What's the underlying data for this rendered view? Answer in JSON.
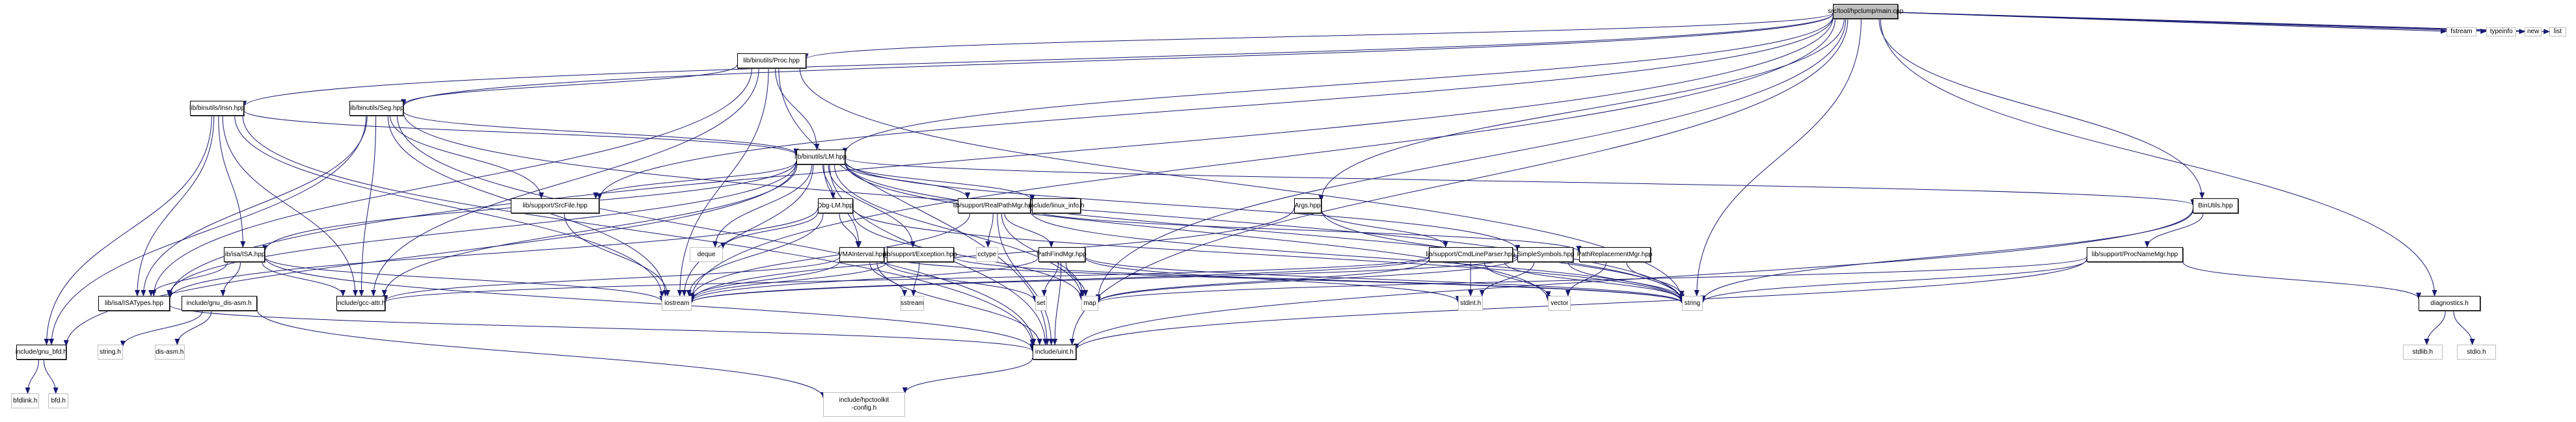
{
  "graph": {
    "title": "Include dependency graph for src/tool/hpclump/main.cpp",
    "edge_color": "#191970",
    "root_fill": "#bfbfbf",
    "documented_border": "#000000",
    "external_border": "#bfbfbf",
    "nodes": [
      {
        "id": "main",
        "label": "src/tool/hpclump/main.cpp",
        "kind": "root"
      },
      {
        "id": "proc",
        "label": "lib/binutils/Proc.hpp",
        "kind": "doc"
      },
      {
        "id": "fstream",
        "label": "fstream",
        "kind": "ext"
      },
      {
        "id": "typeinfo",
        "label": "typeinfo",
        "kind": "ext"
      },
      {
        "id": "new",
        "label": "new",
        "kind": "ext"
      },
      {
        "id": "list",
        "label": "list",
        "kind": "ext"
      },
      {
        "id": "insn",
        "label": "lib/binutils/Insn.hpp",
        "kind": "doc"
      },
      {
        "id": "seg",
        "label": "lib/binutils/Seg.hpp",
        "kind": "doc"
      },
      {
        "id": "lm",
        "label": "lib/binutils/LM.hpp",
        "kind": "doc"
      },
      {
        "id": "srcfile",
        "label": "lib/support/SrcFile.hpp",
        "kind": "doc"
      },
      {
        "id": "dbglm",
        "label": "Dbg-LM.hpp",
        "kind": "doc"
      },
      {
        "id": "realpath",
        "label": "lib/support/RealPathMgr.hpp",
        "kind": "doc"
      },
      {
        "id": "linuxinfo",
        "label": "include/linux_info.h",
        "kind": "doc"
      },
      {
        "id": "args",
        "label": "Args.hpp",
        "kind": "doc"
      },
      {
        "id": "binutils",
        "label": "BinUtils.hpp",
        "kind": "doc"
      },
      {
        "id": "isa",
        "label": "lib/isa/ISA.hpp",
        "kind": "doc"
      },
      {
        "id": "deque",
        "label": "deque",
        "kind": "ext"
      },
      {
        "id": "vmaint",
        "label": "VMAInterval.hpp",
        "kind": "doc"
      },
      {
        "id": "exception",
        "label": "lib/support/Exception.hpp",
        "kind": "doc"
      },
      {
        "id": "cctype",
        "label": "cctype",
        "kind": "ext"
      },
      {
        "id": "pathfind",
        "label": "PathFindMgr.hpp",
        "kind": "doc"
      },
      {
        "id": "cmdline",
        "label": "lib/support/CmdLineParser.hpp",
        "kind": "doc"
      },
      {
        "id": "simplesym",
        "label": "SimpleSymbols.hpp",
        "kind": "doc"
      },
      {
        "id": "pathrepl",
        "label": "PathReplacementMgr.hpp",
        "kind": "doc"
      },
      {
        "id": "procname",
        "label": "lib/support/ProcNameMgr.hpp",
        "kind": "doc"
      },
      {
        "id": "isatypes",
        "label": "lib/isa/ISATypes.hpp",
        "kind": "doc"
      },
      {
        "id": "gnudis",
        "label": "include/gnu_dis-asm.h",
        "kind": "doc"
      },
      {
        "id": "gccattr",
        "label": "include/gcc-attr.h",
        "kind": "doc"
      },
      {
        "id": "iostream",
        "label": "iostream",
        "kind": "ext"
      },
      {
        "id": "sstream",
        "label": "sstream",
        "kind": "ext"
      },
      {
        "id": "set",
        "label": "set",
        "kind": "ext"
      },
      {
        "id": "map",
        "label": "map",
        "kind": "ext"
      },
      {
        "id": "stdint",
        "label": "stdint.h",
        "kind": "ext"
      },
      {
        "id": "vector",
        "label": "vector",
        "kind": "ext"
      },
      {
        "id": "string",
        "label": "string",
        "kind": "ext"
      },
      {
        "id": "diagnostics",
        "label": "diagnostics.h",
        "kind": "doc"
      },
      {
        "id": "gnubfd",
        "label": "include/gnu_bfd.h",
        "kind": "doc"
      },
      {
        "id": "stringh",
        "label": "string.h",
        "kind": "ext"
      },
      {
        "id": "disasm",
        "label": "dis-asm.h",
        "kind": "ext"
      },
      {
        "id": "uint",
        "label": "include/uint.h",
        "kind": "doc"
      },
      {
        "id": "stdlib",
        "label": "stdlib.h",
        "kind": "ext"
      },
      {
        "id": "stdio",
        "label": "stdio.h",
        "kind": "ext"
      },
      {
        "id": "bfdlink",
        "label": "bfdlink.h",
        "kind": "ext"
      },
      {
        "id": "bfd",
        "label": "bfd.h",
        "kind": "ext"
      },
      {
        "id": "hpcconfig",
        "label": "include/hpctoolkit\n-config.h",
        "kind": "ext"
      }
    ],
    "edges": [
      [
        "main",
        "proc"
      ],
      [
        "main",
        "fstream"
      ],
      [
        "main",
        "typeinfo"
      ],
      [
        "main",
        "new"
      ],
      [
        "main",
        "list"
      ],
      [
        "main",
        "insn"
      ],
      [
        "main",
        "seg"
      ],
      [
        "main",
        "lm"
      ],
      [
        "main",
        "srcfile"
      ],
      [
        "main",
        "args"
      ],
      [
        "main",
        "binutils"
      ],
      [
        "main",
        "iostream"
      ],
      [
        "main",
        "map"
      ],
      [
        "main",
        "string"
      ],
      [
        "main",
        "diagnostics"
      ],
      [
        "main",
        "isatypes"
      ],
      [
        "main",
        "uint"
      ],
      [
        "proc",
        "seg"
      ],
      [
        "proc",
        "lm"
      ],
      [
        "proc",
        "isatypes"
      ],
      [
        "proc",
        "gccattr"
      ],
      [
        "proc",
        "iostream"
      ],
      [
        "proc",
        "uint"
      ],
      [
        "proc",
        "string"
      ],
      [
        "insn",
        "lm"
      ],
      [
        "insn",
        "isa"
      ],
      [
        "insn",
        "isatypes"
      ],
      [
        "insn",
        "gccattr"
      ],
      [
        "insn",
        "iostream"
      ],
      [
        "insn",
        "uint"
      ],
      [
        "insn",
        "gnubfd"
      ],
      [
        "seg",
        "lm"
      ],
      [
        "seg",
        "srcfile"
      ],
      [
        "seg",
        "isatypes"
      ],
      [
        "seg",
        "gccattr"
      ],
      [
        "seg",
        "iostream"
      ],
      [
        "seg",
        "string"
      ],
      [
        "seg",
        "gnubfd"
      ],
      [
        "seg",
        "uint"
      ],
      [
        "lm",
        "srcfile"
      ],
      [
        "lm",
        "dbglm"
      ],
      [
        "lm",
        "realpath"
      ],
      [
        "lm",
        "linuxinfo"
      ],
      [
        "lm",
        "isa"
      ],
      [
        "lm",
        "deque"
      ],
      [
        "lm",
        "vmaint"
      ],
      [
        "lm",
        "exception"
      ],
      [
        "lm",
        "isatypes"
      ],
      [
        "lm",
        "gccattr"
      ],
      [
        "lm",
        "iostream"
      ],
      [
        "lm",
        "map"
      ],
      [
        "lm",
        "string"
      ],
      [
        "lm",
        "vector"
      ],
      [
        "lm",
        "uint"
      ],
      [
        "lm",
        "gnubfd"
      ],
      [
        "lm",
        "simplesym"
      ],
      [
        "lm",
        "binutils"
      ],
      [
        "srcfile",
        "iostream"
      ],
      [
        "dbglm",
        "vmaint"
      ],
      [
        "dbglm",
        "isatypes"
      ],
      [
        "dbglm",
        "deque"
      ],
      [
        "dbglm",
        "iostream"
      ],
      [
        "dbglm",
        "map"
      ],
      [
        "dbglm",
        "string"
      ],
      [
        "realpath",
        "cctype"
      ],
      [
        "realpath",
        "pathfind"
      ],
      [
        "realpath",
        "pathrepl"
      ],
      [
        "realpath",
        "iostream"
      ],
      [
        "realpath",
        "map"
      ],
      [
        "realpath",
        "string"
      ],
      [
        "realpath",
        "uint"
      ],
      [
        "args",
        "cmdline"
      ],
      [
        "args",
        "iostream"
      ],
      [
        "args",
        "string"
      ],
      [
        "binutils",
        "procname"
      ],
      [
        "binutils",
        "string"
      ],
      [
        "binutils",
        "uint"
      ],
      [
        "isa",
        "isatypes"
      ],
      [
        "isa",
        "gnudis"
      ],
      [
        "isa",
        "gccattr"
      ],
      [
        "isa",
        "iostream"
      ],
      [
        "isa",
        "uint"
      ],
      [
        "vmaint",
        "sstream"
      ],
      [
        "vmaint",
        "set"
      ],
      [
        "vmaint",
        "iostream"
      ],
      [
        "vmaint",
        "gccattr"
      ],
      [
        "vmaint",
        "uint"
      ],
      [
        "vmaint",
        "string"
      ],
      [
        "exception",
        "sstream"
      ],
      [
        "exception",
        "iostream"
      ],
      [
        "exception",
        "string"
      ],
      [
        "pathfind",
        "set"
      ],
      [
        "pathfind",
        "map"
      ],
      [
        "pathfind",
        "stdint"
      ],
      [
        "pathfind",
        "string"
      ],
      [
        "pathfind",
        "uint"
      ],
      [
        "pathfind",
        "iostream"
      ],
      [
        "cmdline",
        "map"
      ],
      [
        "cmdline",
        "stdint"
      ],
      [
        "cmdline",
        "vector"
      ],
      [
        "cmdline",
        "string"
      ],
      [
        "cmdline",
        "iostream"
      ],
      [
        "cmdline",
        "gccattr"
      ],
      [
        "simplesym",
        "stdint"
      ],
      [
        "simplesym",
        "map"
      ],
      [
        "simplesym",
        "string"
      ],
      [
        "simplesym",
        "iostream"
      ],
      [
        "pathrepl",
        "vector"
      ],
      [
        "pathrepl",
        "string"
      ],
      [
        "procname",
        "map"
      ],
      [
        "procname",
        "string"
      ],
      [
        "procname",
        "uint"
      ],
      [
        "procname",
        "diagnostics"
      ],
      [
        "isatypes",
        "uint"
      ],
      [
        "gnudis",
        "stringh"
      ],
      [
        "gnudis",
        "disasm"
      ],
      [
        "gnudis",
        "hpcconfig"
      ],
      [
        "gnubfd",
        "bfdlink"
      ],
      [
        "gnubfd",
        "bfd"
      ],
      [
        "uint",
        "hpcconfig"
      ],
      [
        "diagnostics",
        "stdlib"
      ],
      [
        "diagnostics",
        "stdio"
      ]
    ]
  }
}
